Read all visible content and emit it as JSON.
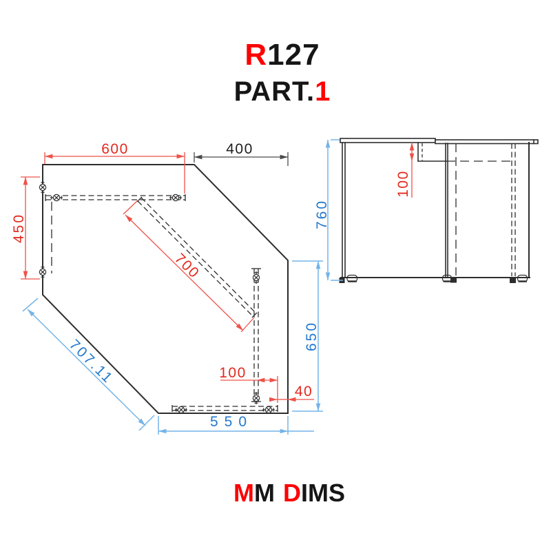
{
  "page": {
    "background": "#ffffff"
  },
  "colors": {
    "accent_red": "#fe0000",
    "dim_red_text": "#e3281e",
    "dim_red_line": "#ef5149",
    "dim_blue_text": "#2379cd",
    "dim_blue_line": "#74b4e8",
    "dim_black_text": "#1e1e1e",
    "drawing_line": "#2d2d2d"
  },
  "header": {
    "model_prefix": "R",
    "model_number": "127",
    "part_word": "PART.",
    "part_number": "1"
  },
  "plan_view": {
    "dims": {
      "top_rail_width": "600",
      "corner_width": "400",
      "left_height": "450",
      "diagonal_rail_length": "700",
      "rail_inset": "100",
      "corner_inset": "40",
      "bottom_edge": "550",
      "diagonal_edge": "707.11",
      "right_edge": "650"
    }
  },
  "side_view": {
    "dims": {
      "desk_height": "760",
      "panel_drop": "100"
    }
  },
  "footer": {
    "units_prefix": "M",
    "units_rest": "M",
    "dims_prefix": "D",
    "dims_rest": "IMS"
  }
}
